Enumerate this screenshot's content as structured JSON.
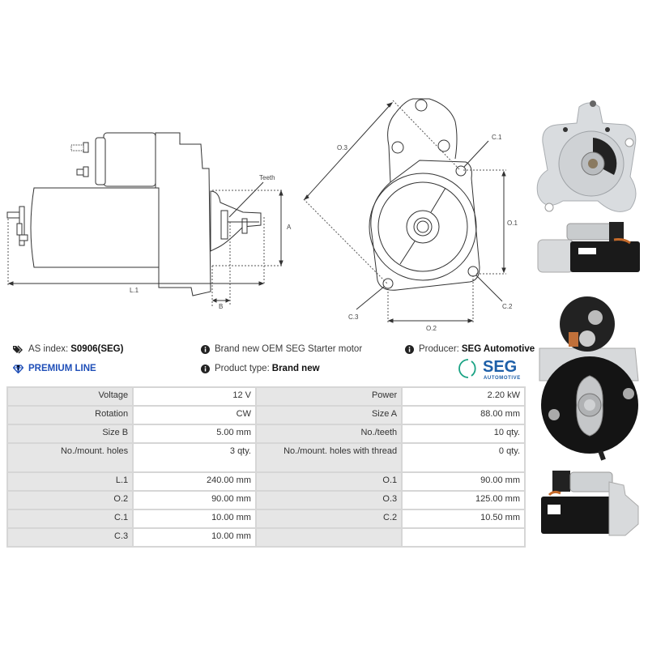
{
  "drawings": {
    "side_view": {
      "labels": {
        "teeth": "Teeth",
        "a": "A",
        "l1": "L.1",
        "b": "B"
      }
    },
    "front_view": {
      "labels": {
        "o1": "O.1",
        "o2": "O.2",
        "o3": "O.3",
        "c1": "C.1",
        "c2": "C.2",
        "c3": "C.3"
      }
    }
  },
  "info": {
    "as_index_label": "AS index:",
    "as_index_value": "S0906(SEG)",
    "premium_line": "PREMIUM LINE",
    "description": "Brand new OEM SEG Starter motor",
    "product_type_label": "Product type:",
    "product_type_value": "Brand new",
    "producer_label": "Producer:",
    "producer_value": "SEG Automotive",
    "brand_logo": {
      "name": "SEG",
      "sub": "AUTOMOTIVE",
      "color": "#1d5fa8",
      "ring_color": "#1aa384"
    }
  },
  "specs": {
    "rows": [
      {
        "k1": "Voltage",
        "v1": "12 V",
        "k2": "Power",
        "v2": "2.20 kW"
      },
      {
        "k1": "Rotation",
        "v1": "CW",
        "k2": "Size A",
        "v2": "88.00 mm"
      },
      {
        "k1": "Size B",
        "v1": "5.00 mm",
        "k2": "No./teeth",
        "v2": "10 qty."
      },
      {
        "k1": "No./mount. holes",
        "v1": "3 qty.",
        "k2": "No./mount. holes with thread",
        "v2": "0 qty."
      },
      {
        "k1": "L.1",
        "v1": "240.00 mm",
        "k2": "O.1",
        "v2": "90.00 mm"
      },
      {
        "k1": "O.2",
        "v1": "90.00 mm",
        "k2": "O.3",
        "v2": "125.00 mm"
      },
      {
        "k1": "C.1",
        "v1": "10.00 mm",
        "k2": "C.2",
        "v2": "10.50 mm"
      },
      {
        "k1": "C.3",
        "v1": "10.00 mm",
        "k2": "",
        "v2": ""
      }
    ]
  },
  "photos": [
    {
      "name": "front-flange-view"
    },
    {
      "name": "side-view-right"
    },
    {
      "name": "rear-end-view"
    },
    {
      "name": "side-view-left"
    }
  ]
}
